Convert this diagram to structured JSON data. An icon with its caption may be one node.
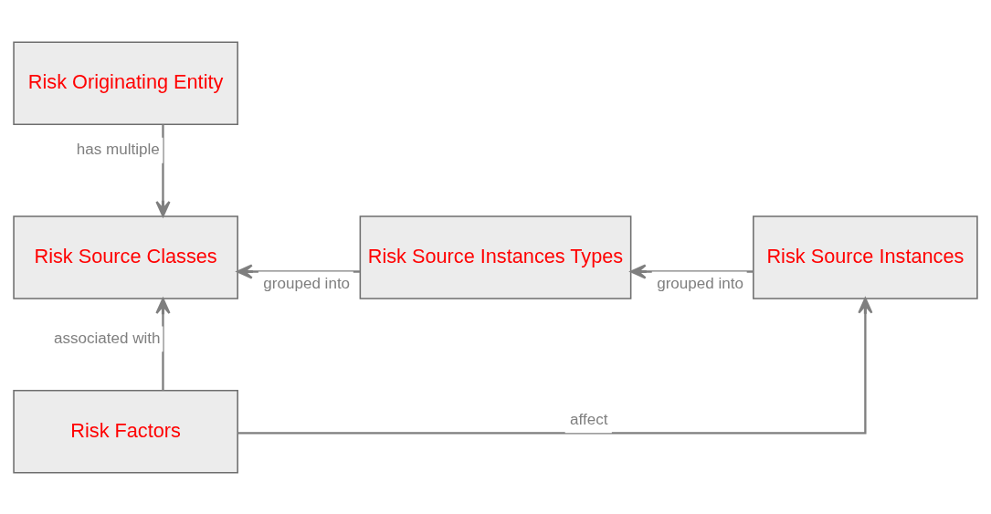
{
  "diagram": {
    "nodes": [
      {
        "text": [
          "Risk Originating Entity"
        ]
      },
      {
        "text": [
          "Risk Source Classes"
        ]
      },
      {
        "text": [
          "Risk Source Instances Types"
        ]
      },
      {
        "text": [
          "Risk Source Instances"
        ]
      },
      {
        "text": [
          "Risk Factors"
        ]
      }
    ],
    "edges": [
      {
        "from": 0,
        "to": 1,
        "arrow": "to",
        "label": "has multiple"
      },
      {
        "from": 2,
        "to": 1,
        "arrow": "to",
        "label": "grouped into"
      },
      {
        "from": 3,
        "to": 2,
        "arrow": "to",
        "label": "grouped into"
      },
      {
        "from": 4,
        "to": 1,
        "arrow": "to",
        "label": "associated with"
      },
      {
        "from": 4,
        "to": 3,
        "arrow": "to",
        "label": "affect"
      }
    ]
  }
}
